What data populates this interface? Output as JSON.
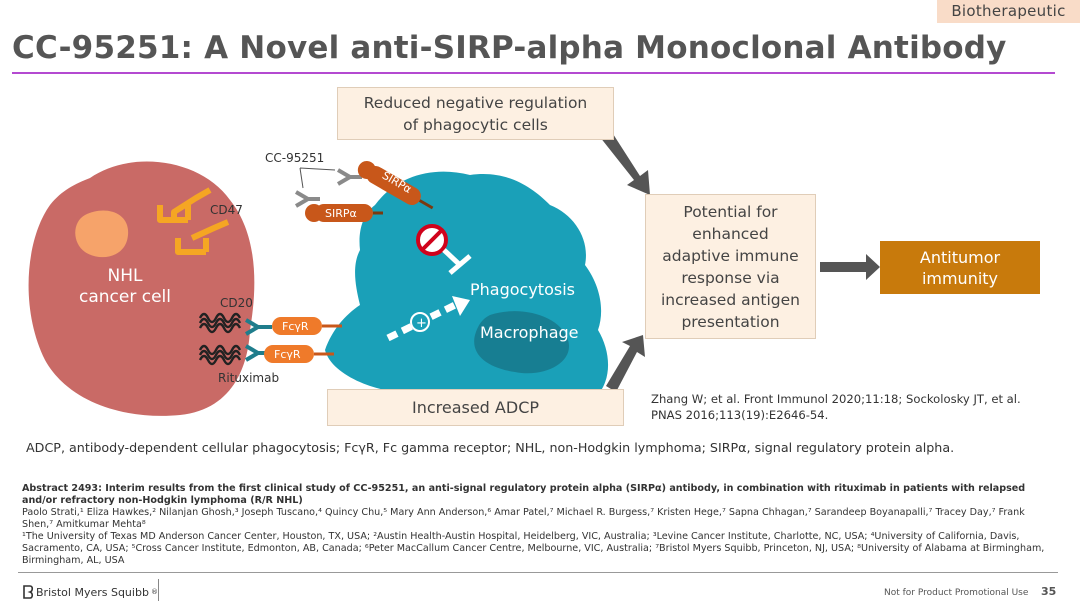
{
  "header": {
    "tag": "Biotherapeutic",
    "title": "CC-95251: A Novel anti-SIRP-alpha Monoclonal Antibody"
  },
  "diagram": {
    "cell_label_1": "NHL",
    "cell_label_2": "cancer cell",
    "cd47": "CD47",
    "cd20": "CD20",
    "cc95251": "CC-95251",
    "sirpa_1": "SIRPα",
    "sirpa_2": "SIRPα",
    "fcgr_1": "FcγR",
    "fcgr_2": "FcγR",
    "rituximab": "Rituximab",
    "phagocytosis": "Phagocytosis",
    "macrophage": "Macrophage",
    "plus": "+"
  },
  "boxes": {
    "reduced_l1": "Reduced negative regulation",
    "reduced_l2": "of phagocytic cells",
    "potential_l1": "Potential for",
    "potential_l2": "enhanced",
    "potential_l3": "adaptive immune",
    "potential_l4": "response via",
    "potential_l5": "increased antigen",
    "potential_l6": "presentation",
    "adcp": "Increased ADCP",
    "anti_l1": "Antitumor",
    "anti_l2": "immunity"
  },
  "reference": "Zhang W; et al. Front Immunol 2020;11:18;  Sockolosky JT, et al. PNAS 2016;113(19):E2646-54.",
  "abbreviations": "ADCP, antibody-dependent cellular phagocytosis; FcγR, Fc gamma receptor; NHL, non-Hodgkin lymphoma; SIRPα, signal regulatory protein alpha.",
  "abstract": {
    "title": "Abstract 2493: Interim results from the first clinical study of CC-95251, an anti-signal regulatory protein alpha (SIRPα) antibody, in combination with rituximab in patients with relapsed and/or refractory non-Hodgkin lymphoma (R/R NHL)",
    "authors": "Paolo Strati,¹ Eliza Hawkes,² Nilanjan Ghosh,³ Joseph Tuscano,⁴ Quincy Chu,⁵ Mary Ann Anderson,⁶ Amar Patel,⁷ Michael R. Burgess,⁷ Kristen Hege,⁷ Sapna Chhagan,⁷ Sarandeep Boyanapalli,⁷ Tracey Day,⁷ Frank Shen,⁷ Amitkumar Mehta⁸",
    "affiliations": "¹The University of Texas MD Anderson Cancer Center, Houston, TX, USA; ²Austin Health-Austin Hospital, Heidelberg, VIC, Australia; ³Levine Cancer Institute, Charlotte, NC, USA; ⁴University of California, Davis, Sacramento, CA, USA; ⁵Cross Cancer Institute, Edmonton, AB, Canada; ⁶Peter MacCallum Cancer Centre, Melbourne, VIC, Australia; ⁷Bristol Myers Squibb, Princeton, NJ, USA; ⁸University of Alabama at Birmingham, Birmingham, AL, USA"
  },
  "footer": {
    "logo": "Bristol Myers Squibb",
    "logo_mark": "®",
    "not_promotional": "Not for Product Promotional Use",
    "page_number": "35"
  },
  "colors": {
    "accent_rule": "#b44ad1",
    "cancer_cell": "#c96a66",
    "macrophage": "#1aa0b8",
    "receptor_orange": "#c8571a",
    "antitumor_box": "#c87a0c",
    "box_fill": "#fdf0e2"
  }
}
